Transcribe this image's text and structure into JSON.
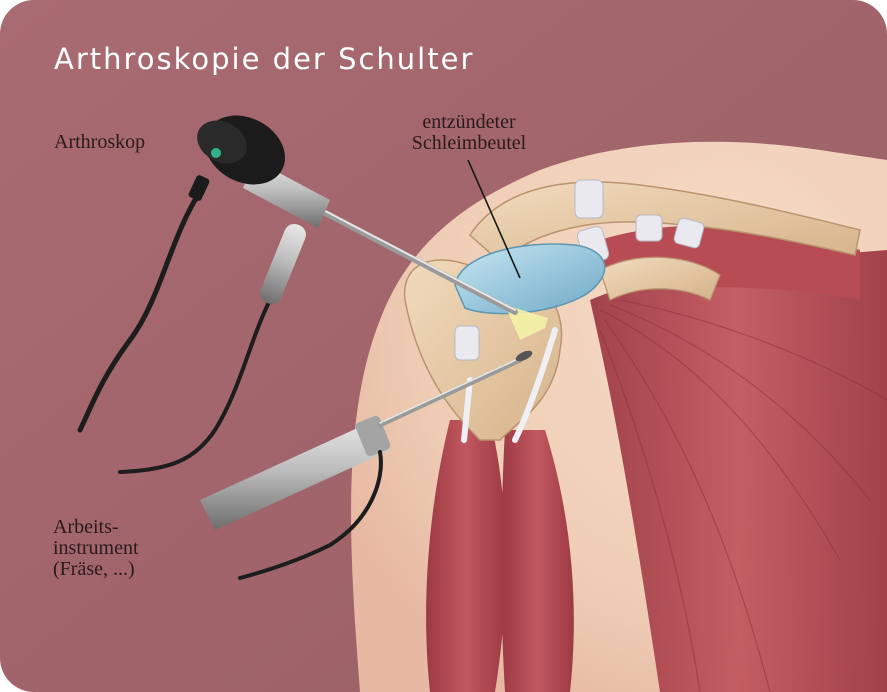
{
  "title": "Arthroskopie der Schulter",
  "labels": {
    "arthroskop": "Arthroskop",
    "bursa_line1": "entzündeter",
    "bursa_line2": "Schleimbeutel",
    "instrument_line1": "Arbeits-",
    "instrument_line2": "instrument",
    "instrument_line3": "(Fräse, ...)"
  },
  "colors": {
    "background": "#a2666d",
    "skin": "#f2d3bc",
    "bone": "#e6c9a3",
    "muscle": "#b64a52",
    "bursa": "#9ecde0",
    "instrument_metal": "#b3b3b3",
    "camera_black": "#1b1b1b",
    "camera_led": "#2fb38a"
  },
  "icons": [
    "arthroscope-camera-icon",
    "burr-instrument-icon"
  ]
}
